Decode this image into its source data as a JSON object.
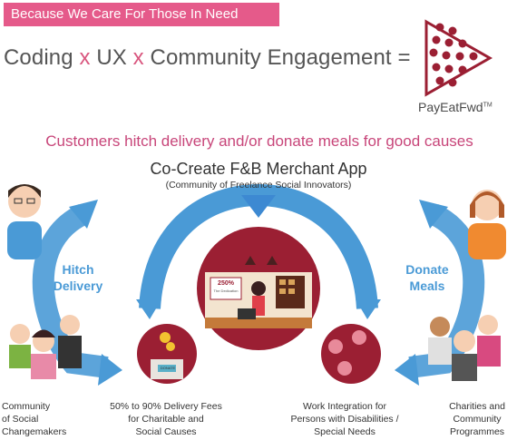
{
  "banner": {
    "text": "Because We Care For Those In Need"
  },
  "headline": {
    "part1": "Coding",
    "sep1": "x",
    "part2": "UX",
    "sep2": "x",
    "part3": "Community Engagement",
    "equals": "="
  },
  "brand": {
    "name": "PayEatFwd",
    "tm": "TM"
  },
  "subhead": "Customers hitch delivery and/or donate meals for good causes",
  "center": {
    "title": "Co-Create F&B Merchant App",
    "subtitle": "(Community of Freelance Social Innovators)",
    "sign": "250%",
    "sign_sub": "The Dedication"
  },
  "left": {
    "label_line1": "Hitch",
    "label_line2": "Delivery"
  },
  "right": {
    "label_line1": "Donate",
    "label_line2": "Meals"
  },
  "captions": {
    "c1": [
      "Community",
      "of Social",
      "Changemakers"
    ],
    "c2": [
      "50% to 90% Delivery Fees",
      "for Charitable and",
      "Social Causes"
    ],
    "c3": [
      "Work Integration for",
      "Persons with Disabilities /",
      "Special Needs"
    ],
    "c4": [
      "Charities and",
      "Community",
      "Programmes"
    ]
  },
  "donation_box": {
    "label": "DONATE"
  },
  "colors": {
    "pink": "#e55a8a",
    "blue": "#4a9ad6",
    "maroon": "#9b1f33",
    "arrow": "#3d89d2"
  }
}
